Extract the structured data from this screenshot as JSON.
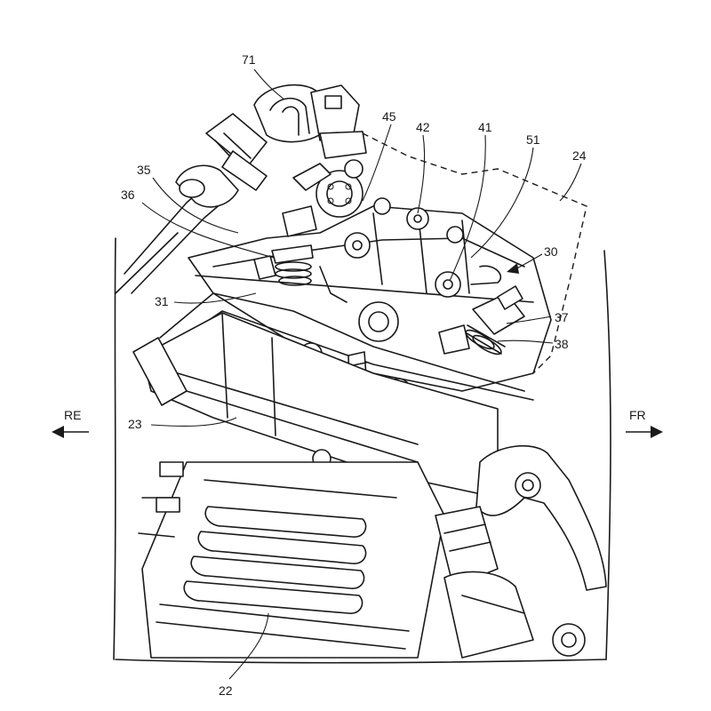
{
  "figure": {
    "direction_left": "RE",
    "direction_right": "FR",
    "labels": {
      "l71": "71",
      "l45": "45",
      "l42": "42",
      "l41": "41",
      "l51": "51",
      "l24": "24",
      "l35": "35",
      "l36": "36",
      "l30": "30",
      "l31": "31",
      "l37": "37",
      "l38": "38",
      "l23": "23",
      "l22": "22"
    }
  }
}
